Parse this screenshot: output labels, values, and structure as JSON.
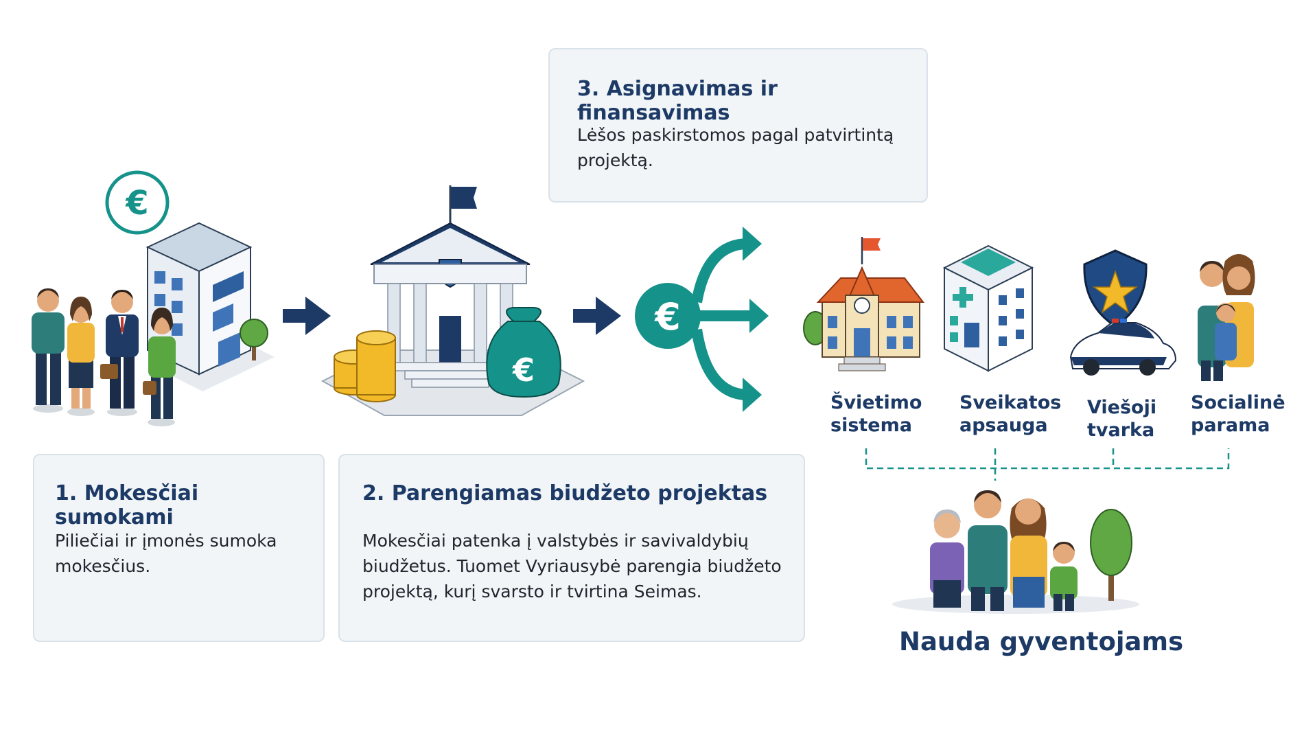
{
  "steps": [
    {
      "title": "1. Mokesčiai sumokami",
      "text": "Piliečiai ir įmonės sumoka mokesčius."
    },
    {
      "title": "2. Parengiamas biudžeto projektas",
      "text": "Mokesčiai patenka į valstybės ir savivaldybių biudžetus. Tuomet Vyriausybė parengia biudžeto projektą, kurį svarsto ir tvirtina Seimas."
    },
    {
      "title": "3. Asignavimas ir finansavimas",
      "text": "Lėšos paskirstomos pagal patvirtintą projektą."
    }
  ],
  "categories": [
    {
      "line1": "Švietimo",
      "line2": "sistema",
      "icon": "school-icon"
    },
    {
      "line1": "Sveikatos",
      "line2": "apsauga",
      "icon": "hospital-icon"
    },
    {
      "line1": "Viešoji",
      "line2": "tvarka",
      "icon": "police-icon"
    },
    {
      "line1": "Socialinė",
      "line2": "parama",
      "icon": "family-icon"
    }
  ],
  "benefit": {
    "title": "Nauda gyventojams"
  },
  "symbols": {
    "currency": "€"
  },
  "colors": {
    "navy": "#1d3a66",
    "teal": "#15928a",
    "panel": "#f1f5f8",
    "border": "#d9e2e9"
  }
}
